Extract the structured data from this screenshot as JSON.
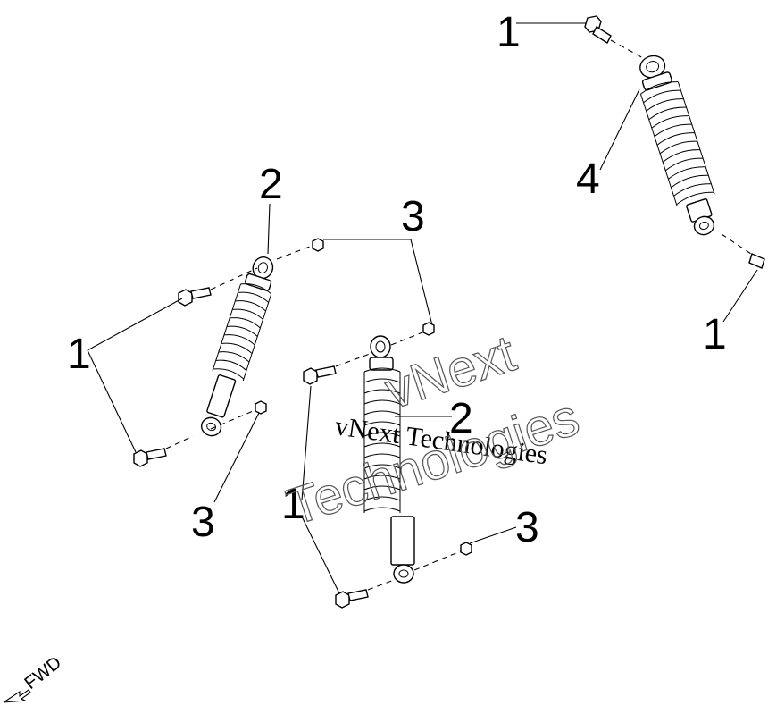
{
  "callouts": {
    "top_right_bolt_1": "1",
    "top_right_shock_4": "4",
    "top_right_lower_bolt_1": "1",
    "left_shock_2": "2",
    "left_nuts_3": "3",
    "left_bolts_1": "1",
    "left_lower_nut_3": "3",
    "center_shock_2": "2",
    "center_bolts_1": "1",
    "center_lower_nut_3": "3"
  },
  "watermark": {
    "line1": "vNext Technologies",
    "outline_word1": "vNext",
    "outline_word2": "Technologies"
  },
  "direction_label": "FWD"
}
